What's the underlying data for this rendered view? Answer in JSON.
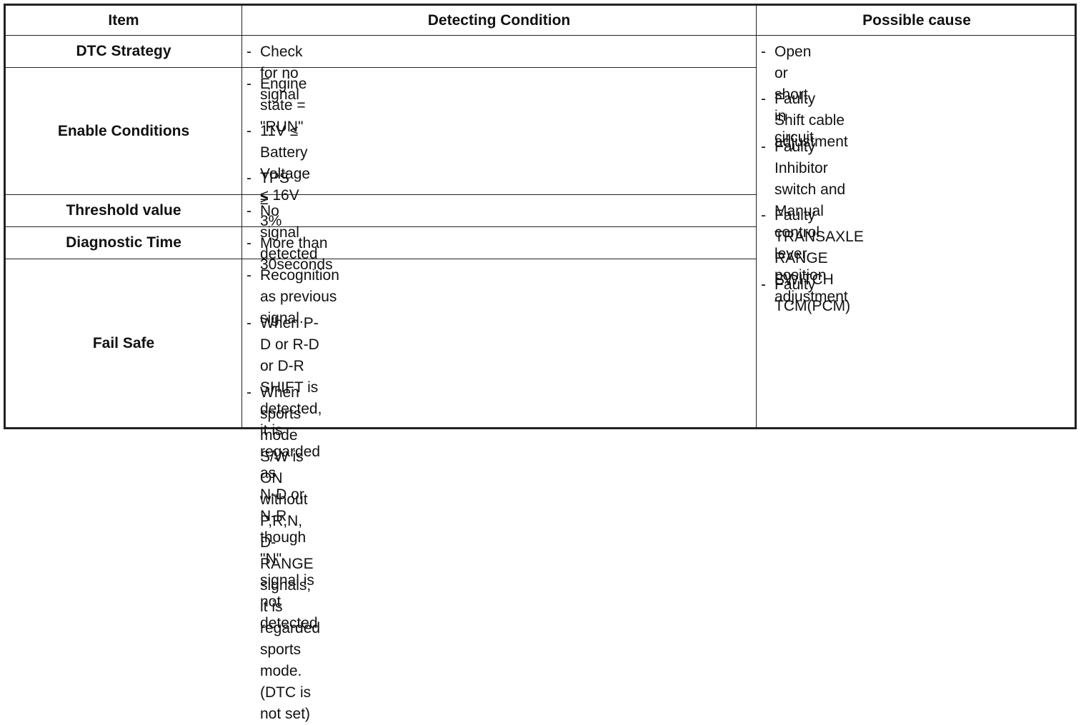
{
  "headers": {
    "item": "Item",
    "detecting_condition": "Detecting Condition",
    "possible_cause": "Possible cause"
  },
  "rows": {
    "dtc_strategy": {
      "item": "DTC Strategy",
      "conditions": [
        "Check for no signal"
      ]
    },
    "enable_conditions": {
      "item": "Enable Conditions",
      "conditions": [
        "Engine state = \"RUN\"",
        "11V ≤ Battery Voltage ≤ 16V",
        "TPS ≥ 3%"
      ]
    },
    "threshold_value": {
      "item": "Threshold value",
      "conditions": [
        "No signal detected"
      ]
    },
    "diagnostic_time": {
      "item": "Diagnostic Time",
      "conditions": [
        "More than 30seconds"
      ]
    },
    "fail_safe": {
      "item": "Fail Safe",
      "conditions": [
        "Recognition as previous signal.",
        "When P-D or R-D or D-R SHIFT is detected, it is regarded as\nN-D or N-R though \"N\" signal is not detected",
        "When sports mode S/W is ON without P,R,N, D-RANGE\nsignals, it is regarded sports mode. (DTC is not set)"
      ]
    }
  },
  "possible_causes": [
    "Open or short in circuit",
    "Faulty Shift cable adjustment",
    "Faulty Inhibitor switch and Manual\ncontrol lever position adjustment",
    "Faulty TRANSAXLE RANGE\nSWITCH",
    "Faulty TCM(PCM)"
  ],
  "bullet_char": "-"
}
